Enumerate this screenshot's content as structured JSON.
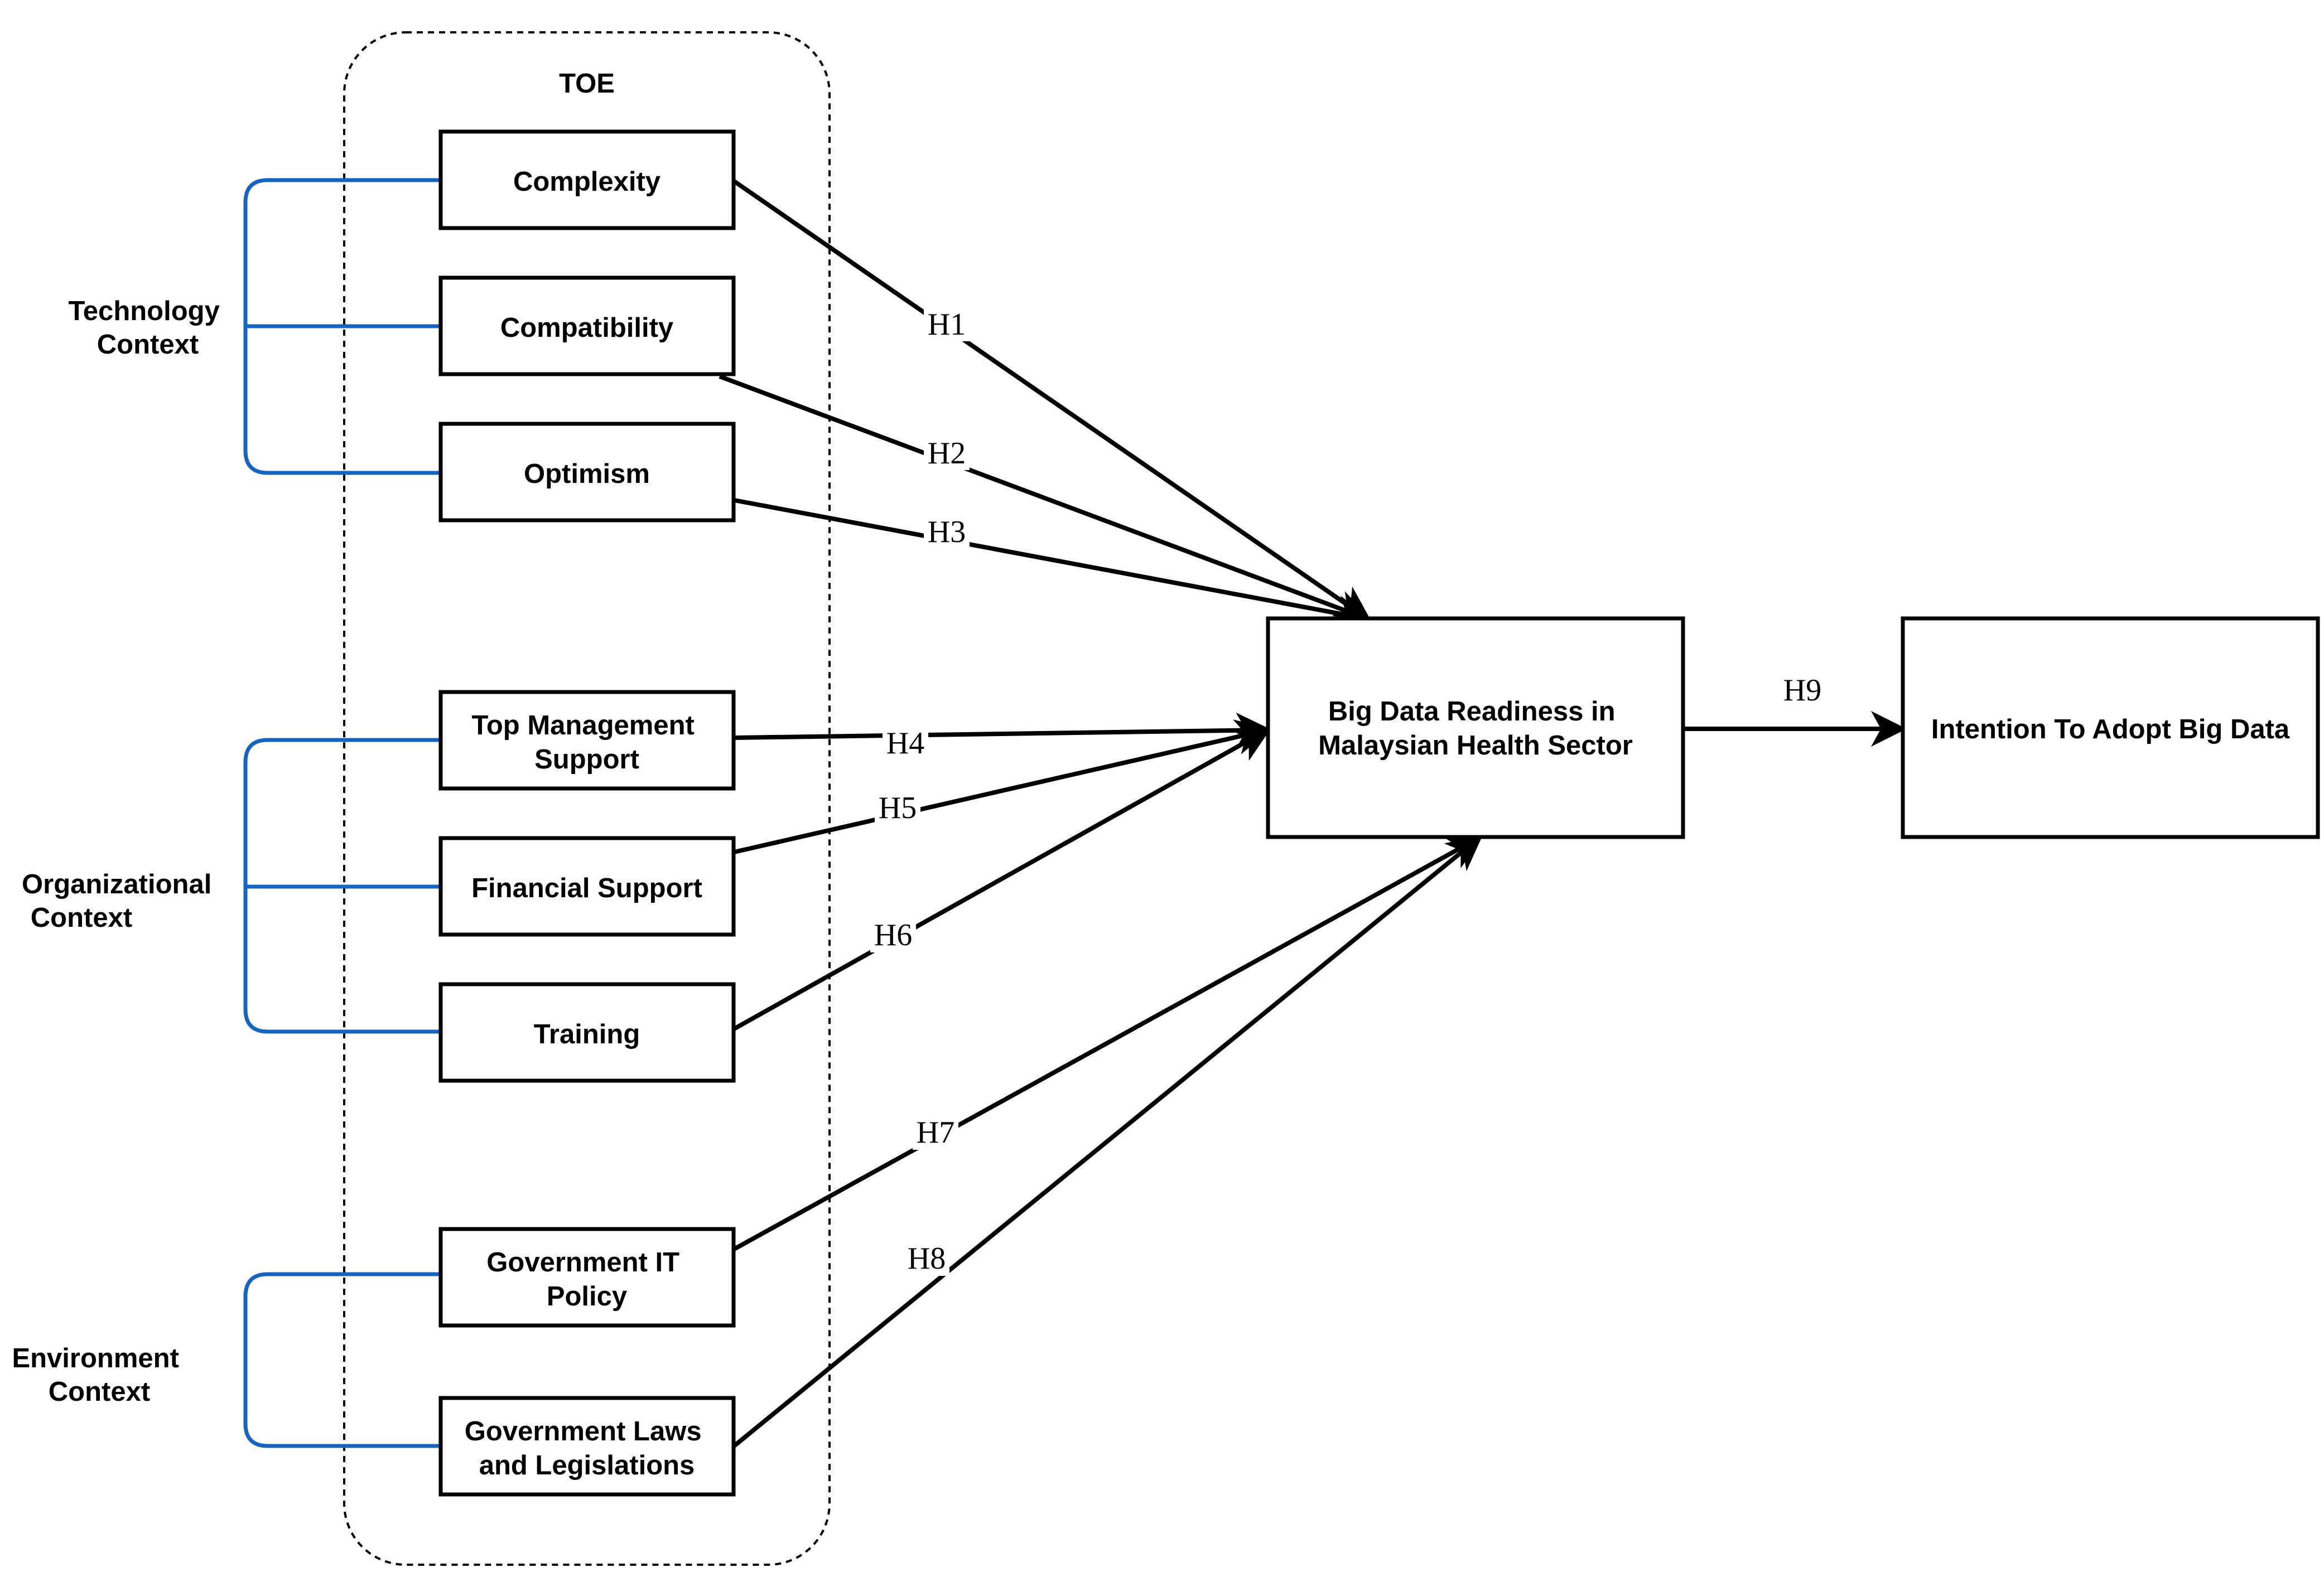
{
  "group": {
    "label": "TOE"
  },
  "contexts": [
    {
      "id": "technology",
      "lines": [
        "Technology",
        "Context"
      ]
    },
    {
      "id": "organizational",
      "lines": [
        "Organizational",
        "Context"
      ]
    },
    {
      "id": "environment",
      "lines": [
        "Environment",
        "Context"
      ]
    }
  ],
  "factors": [
    {
      "id": "complexity",
      "lines": [
        "Complexity"
      ]
    },
    {
      "id": "compatibility",
      "lines": [
        "Compatibility"
      ]
    },
    {
      "id": "optimism",
      "lines": [
        "Optimism"
      ]
    },
    {
      "id": "top-management-support",
      "lines": [
        "Top Management",
        "Support"
      ]
    },
    {
      "id": "financial-support",
      "lines": [
        "Financial Support"
      ]
    },
    {
      "id": "training",
      "lines": [
        "Training"
      ]
    },
    {
      "id": "government-it-policy",
      "lines": [
        "Government IT",
        "Policy"
      ]
    },
    {
      "id": "government-laws",
      "lines": [
        "Government Laws",
        "and Legislations"
      ]
    }
  ],
  "readiness": {
    "lines": [
      "Big Data Readiness in",
      "Malaysian Health Sector"
    ]
  },
  "intention": {
    "lines": [
      "Intention To Adopt Big Data"
    ]
  },
  "hypotheses": [
    {
      "id": "h1",
      "label": "H1",
      "from": "complexity",
      "to": "readiness"
    },
    {
      "id": "h2",
      "label": "H2",
      "from": "compatibility",
      "to": "readiness"
    },
    {
      "id": "h3",
      "label": "H3",
      "from": "optimism",
      "to": "readiness"
    },
    {
      "id": "h4",
      "label": "H4",
      "from": "top-management-support",
      "to": "readiness"
    },
    {
      "id": "h5",
      "label": "H5",
      "from": "financial-support",
      "to": "readiness"
    },
    {
      "id": "h6",
      "label": "H6",
      "from": "training",
      "to": "readiness"
    },
    {
      "id": "h7",
      "label": "H7",
      "from": "government-it-policy",
      "to": "readiness"
    },
    {
      "id": "h8",
      "label": "H8",
      "from": "government-laws",
      "to": "readiness"
    },
    {
      "id": "h9",
      "label": "H9",
      "from": "readiness",
      "to": "intention"
    }
  ],
  "colors": {
    "bracket": "#1565c0",
    "stroke": "#000000",
    "background": "#ffffff"
  }
}
